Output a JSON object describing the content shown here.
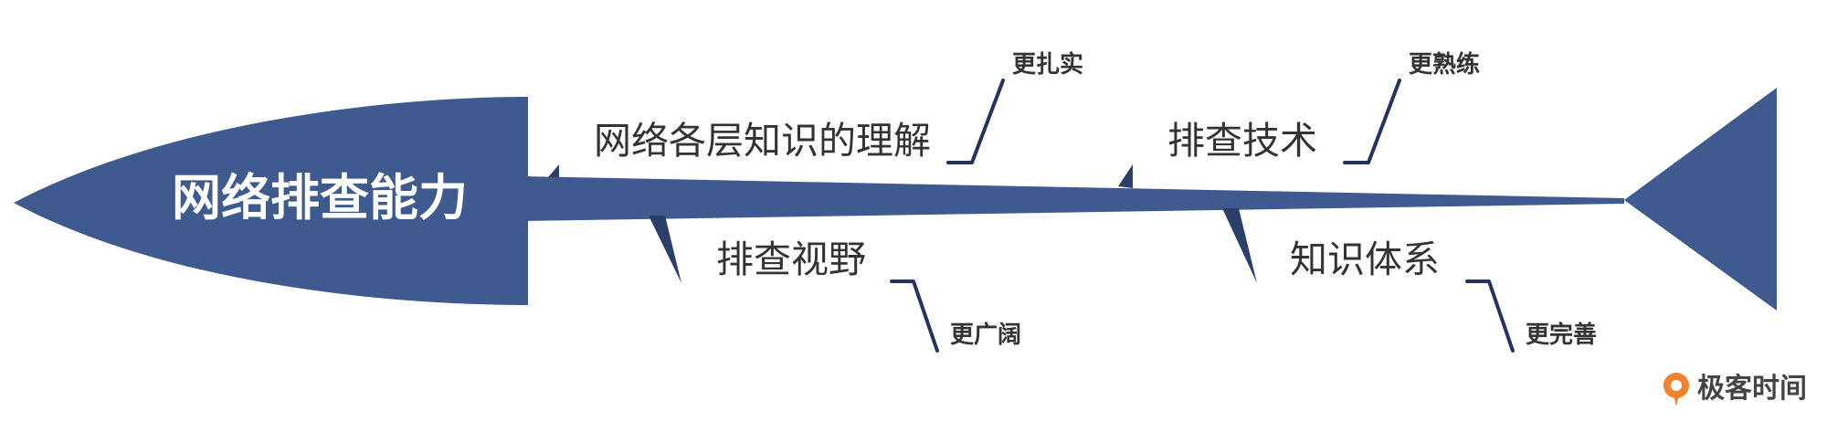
{
  "colors": {
    "fish": "#3f5a8f",
    "bone": "#2c3e6a",
    "text": "#333333",
    "brand_orange": "#f0822d"
  },
  "head": {
    "title": "网络排查能力"
  },
  "branches": [
    {
      "label": "网络各层知识的理解",
      "sub": "更扎实"
    },
    {
      "label": "排查视野",
      "sub": "更广阔"
    },
    {
      "label": "排查技术",
      "sub": "更熟练"
    },
    {
      "label": "知识体系",
      "sub": "更完善"
    }
  ],
  "brand": {
    "name": "极客时间",
    "logo_icon": "geektime-logo-icon"
  }
}
